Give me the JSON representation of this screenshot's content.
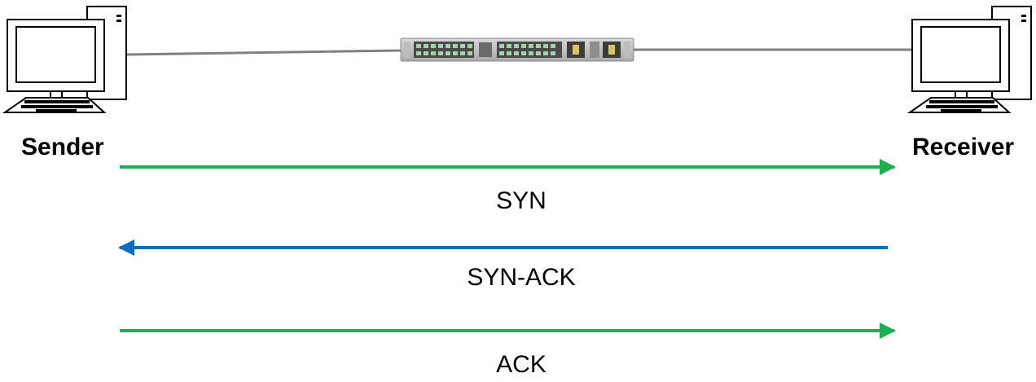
{
  "nodes": {
    "sender": {
      "label": "Sender",
      "icon": "desktop-computer-icon"
    },
    "receiver": {
      "label": "Receiver",
      "icon": "desktop-computer-icon"
    },
    "middle": {
      "icon": "network-switch-icon"
    }
  },
  "messages": [
    {
      "label": "SYN",
      "direction": "sender-to-receiver",
      "color": "#1db050"
    },
    {
      "label": "SYN-ACK",
      "direction": "receiver-to-sender",
      "color": "#0b6fc0"
    },
    {
      "label": "ACK",
      "direction": "sender-to-receiver",
      "color": "#1db050"
    }
  ],
  "colors": {
    "link_line": "#808080",
    "forward_arrow": "#1db050",
    "reverse_arrow": "#0b6fc0"
  }
}
